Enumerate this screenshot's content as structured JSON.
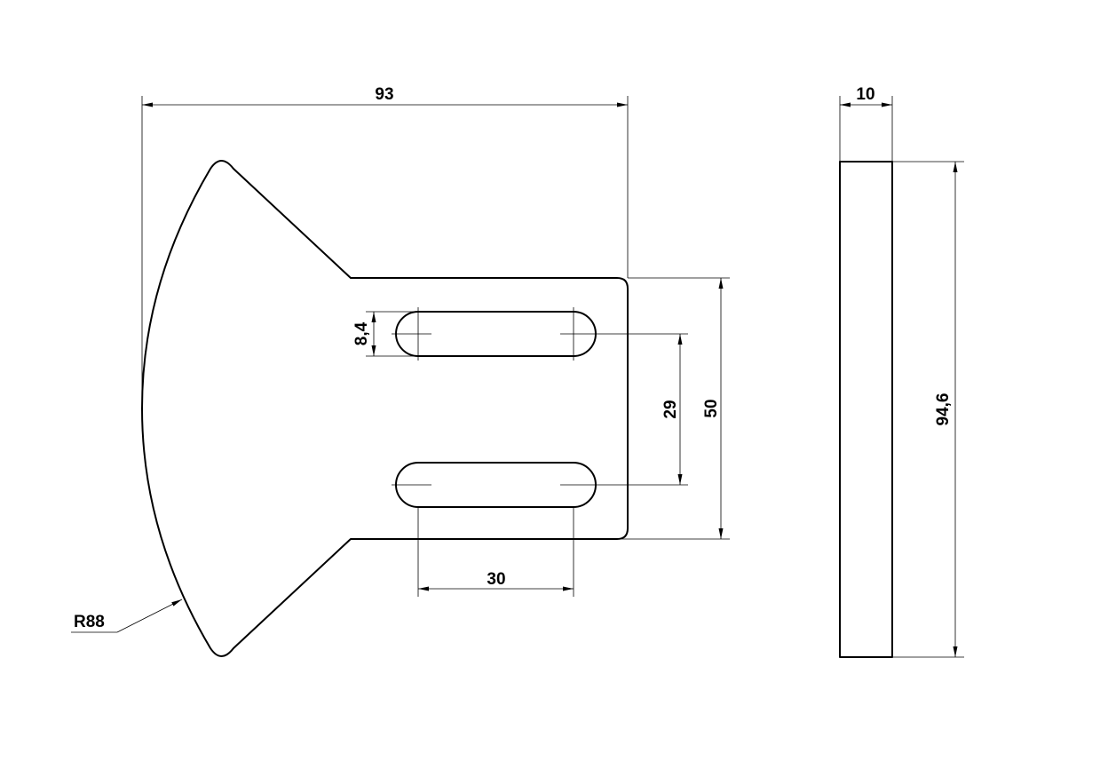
{
  "drawing": {
    "front_view": {
      "dim_overall_width": "93",
      "dim_slot_width": "8,4",
      "dim_slot_spacing": "29",
      "dim_tab_height": "50",
      "dim_slot_length": "30",
      "dim_arc_radius": "R88"
    },
    "side_view": {
      "dim_thickness": "10",
      "dim_height": "94,6"
    }
  }
}
